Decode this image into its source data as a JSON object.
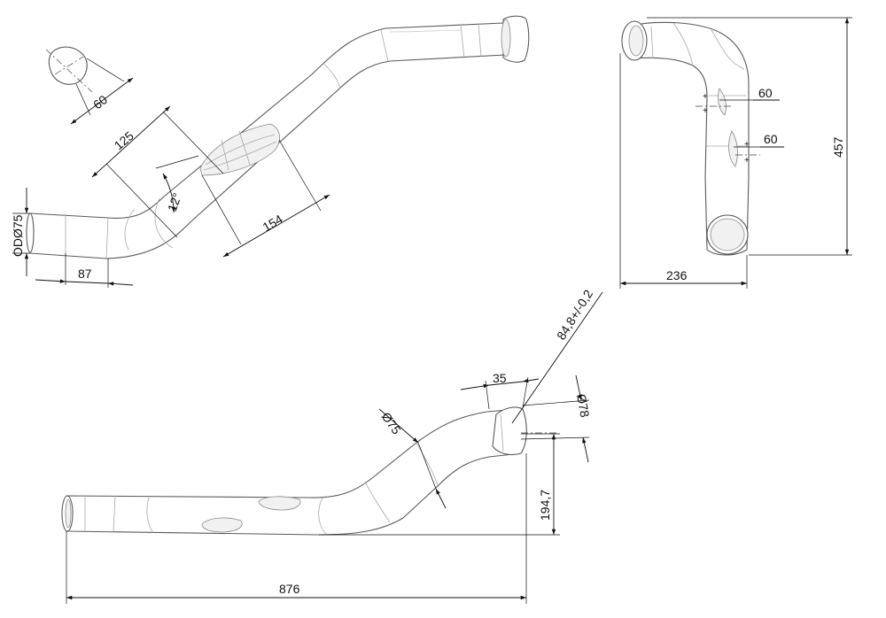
{
  "dimensions": {
    "slot_width": "60",
    "offset_125": "125",
    "angle": "12°",
    "slot_length": "154",
    "od": "ODØ75",
    "straight_length": "87",
    "side_slot_upper": "60",
    "side_slot_lower": "60",
    "height": "457",
    "width": "236",
    "tolerance_length": "84,8+/-0,2",
    "end_length": "35",
    "diameter_78": "Ø78",
    "diameter_75": "Ø75",
    "rise": "194,7",
    "total_length": "876"
  }
}
